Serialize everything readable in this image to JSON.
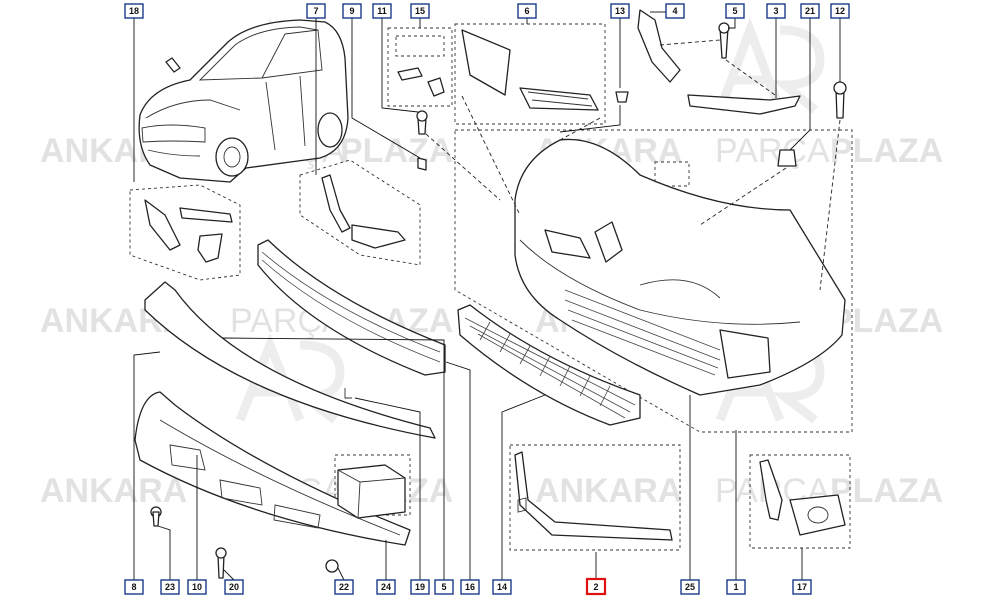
{
  "watermark": {
    "brand_a": "ANKARA",
    "brand_b": "PARÇA",
    "brand_c": "PLAZA"
  },
  "callouts": {
    "c18": "18",
    "c7": "7",
    "c9": "9",
    "c11": "11",
    "c15": "15",
    "c6": "6",
    "c13": "13",
    "c4": "4",
    "c5top": "5",
    "c3": "3",
    "c21": "21",
    "c12": "12",
    "c8": "8",
    "c23": "23",
    "c10": "10",
    "c20": "20",
    "c22": "22",
    "c24": "24",
    "c19": "19",
    "c5bot": "5",
    "c16": "16",
    "c14": "14",
    "c2": "2",
    "c25": "25",
    "c1": "1",
    "c17": "17"
  },
  "colors": {
    "callout_border": "#1a3a8a",
    "highlight_border": "#e01010",
    "watermark": "#d9d9d9"
  }
}
